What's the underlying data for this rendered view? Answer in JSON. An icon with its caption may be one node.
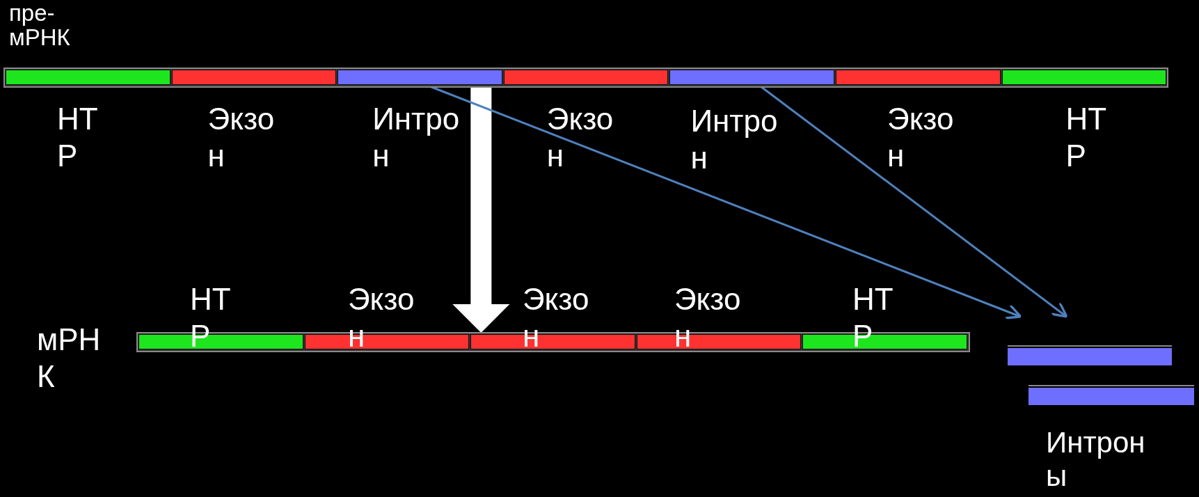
{
  "diagram": {
    "nodes": [
      {
        "text": [
          "пре-мРНК"
        ]
      },
      {
        "text": [
          "НТР"
        ],
        "in": 0
      },
      {
        "text": [
          "Экзон"
        ],
        "in": 0
      },
      {
        "text": [
          "Интрон"
        ],
        "in": 0
      },
      {
        "text": [
          "Экзон"
        ],
        "in": 0
      },
      {
        "text": [
          "Интрон"
        ],
        "in": 0
      },
      {
        "text": [
          "Экзон"
        ],
        "in": 0
      },
      {
        "text": [
          "НТР"
        ],
        "in": 0
      },
      {
        "text": [
          "мРНК"
        ]
      },
      {
        "text": [
          "НТР"
        ],
        "in": 8
      },
      {
        "text": [
          "Экзон"
        ],
        "in": 8
      },
      {
        "text": [
          "Экзон"
        ],
        "in": 8
      },
      {
        "text": [
          "Экзон"
        ],
        "in": 8
      },
      {
        "text": [
          "НТР"
        ],
        "in": 8
      },
      {
        "text": [
          "Интроны"
        ]
      },
      {
        "text": [],
        "shape": "bar",
        "in": 14
      },
      {
        "text": [],
        "shape": "bar",
        "in": 14
      }
    ],
    "edges": [
      {
        "from": 0,
        "to": 8,
        "arrow": "to",
        "style": "thick",
        "color": "#ffffff"
      },
      {
        "from": 3,
        "to": 14,
        "arrow": "to"
      },
      {
        "from": 5,
        "to": 14,
        "arrow": "to"
      }
    ]
  }
}
